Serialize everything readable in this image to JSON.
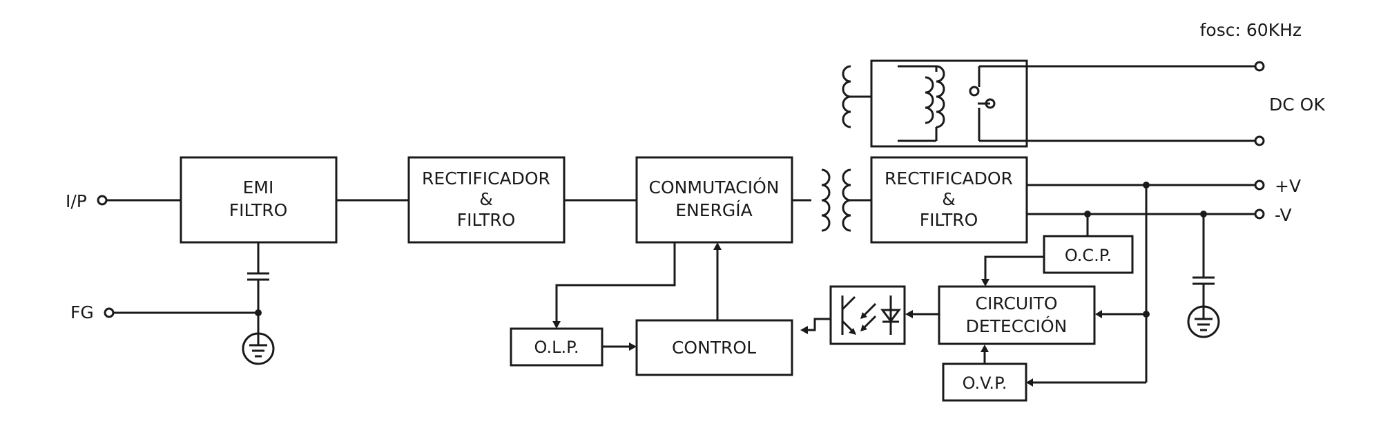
{
  "note": "fosc: 60KHz",
  "terminals": {
    "input": "I/P",
    "frame_ground": "FG",
    "dc_ok": "DC OK",
    "pos_out": "+V",
    "neg_out": "-V"
  },
  "blocks": {
    "emi": [
      "EMI",
      "FILTRO"
    ],
    "rect_in": [
      "RECTIFICADOR",
      "&",
      "FILTRO"
    ],
    "switching": [
      "CONMUTACIÓN",
      "ENERGÍA"
    ],
    "rect_out": [
      "RECTIFICADOR",
      "&",
      "FILTRO"
    ],
    "control": "CONTROL",
    "olp": "O.L.P.",
    "ocp": "O.C.P.",
    "ovp": "O.V.P.",
    "detection": [
      "CIRCUITO",
      "DETECCIÓN"
    ]
  }
}
